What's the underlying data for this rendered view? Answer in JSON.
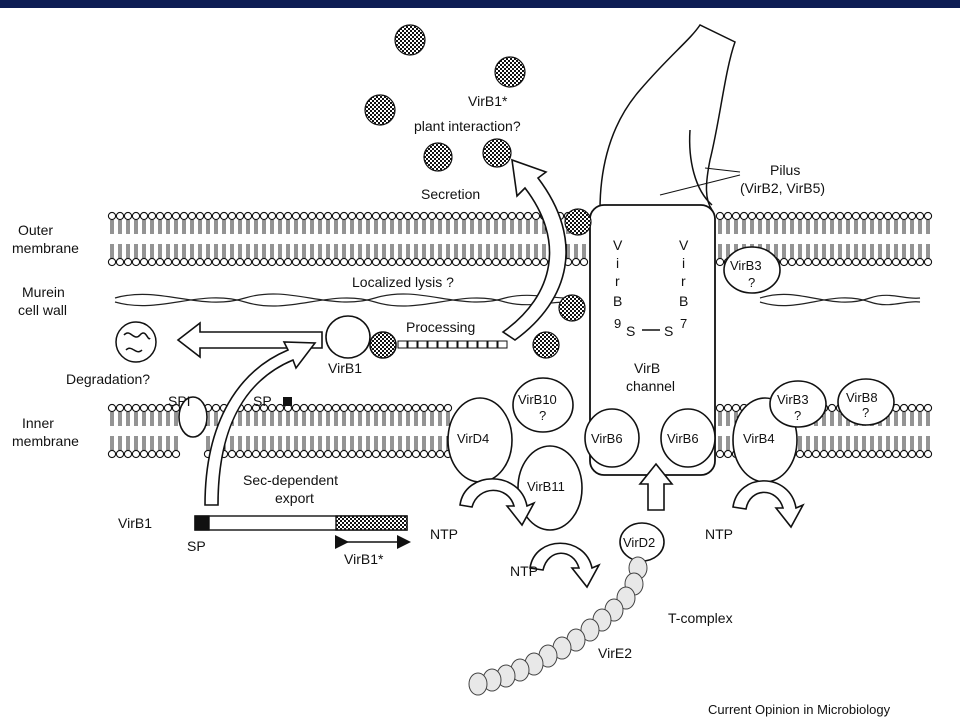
{
  "header": {
    "bar_color": "#0d1d54"
  },
  "labels": {
    "outer_membrane_1": "Outer",
    "outer_membrane_2": "membrane",
    "murein_1": "Murein",
    "murein_2": "cell wall",
    "inner_membrane_1": "Inner",
    "inner_membrane_2": "membrane",
    "virb1_star_top": "VirB1*",
    "plant_interaction": "plant interaction?",
    "secretion": "Secretion",
    "pilus_1": "Pilus",
    "pilus_2": "(VirB2, VirB5)",
    "localized_lysis": "Localized lysis ?",
    "processing": "Processing",
    "degradation": "Degradation?",
    "virb1_mid": "VirB1",
    "spi": "SPI",
    "sp_box": "SP",
    "sec_1": "Sec-dependent",
    "sec_2": "export",
    "virb1_gene": "VirB1",
    "sp_gene": "SP",
    "virb1_star_bottom": "VirB1*",
    "virb9_letters": [
      "V",
      "i",
      "r",
      "B",
      "9"
    ],
    "virb7_letters": [
      "V",
      "i",
      "r",
      "B",
      "7"
    ],
    "s_left": "S",
    "s_right": "S",
    "channel_1": "VirB",
    "channel_2": "channel",
    "virb3_outer": "VirB3",
    "virb3_outer_q": "?",
    "virb10": "VirB10",
    "virb10_q": "?",
    "virb3_inner": "VirB3",
    "virb3_inner_q": "?",
    "virb8": "VirB8",
    "virb8_q": "?",
    "virb6_left": "VirB6",
    "virb6_right": "VirB6",
    "vird4": "VirD4",
    "virb4": "VirB4",
    "virb11": "VirB11",
    "vird2": "VirD2",
    "ntp_1": "NTP",
    "ntp_2": "NTP",
    "ntp_3": "NTP",
    "tcomplex": "T-complex",
    "vire2": "VirE2",
    "source": "Current Opinion in Microbiology"
  }
}
